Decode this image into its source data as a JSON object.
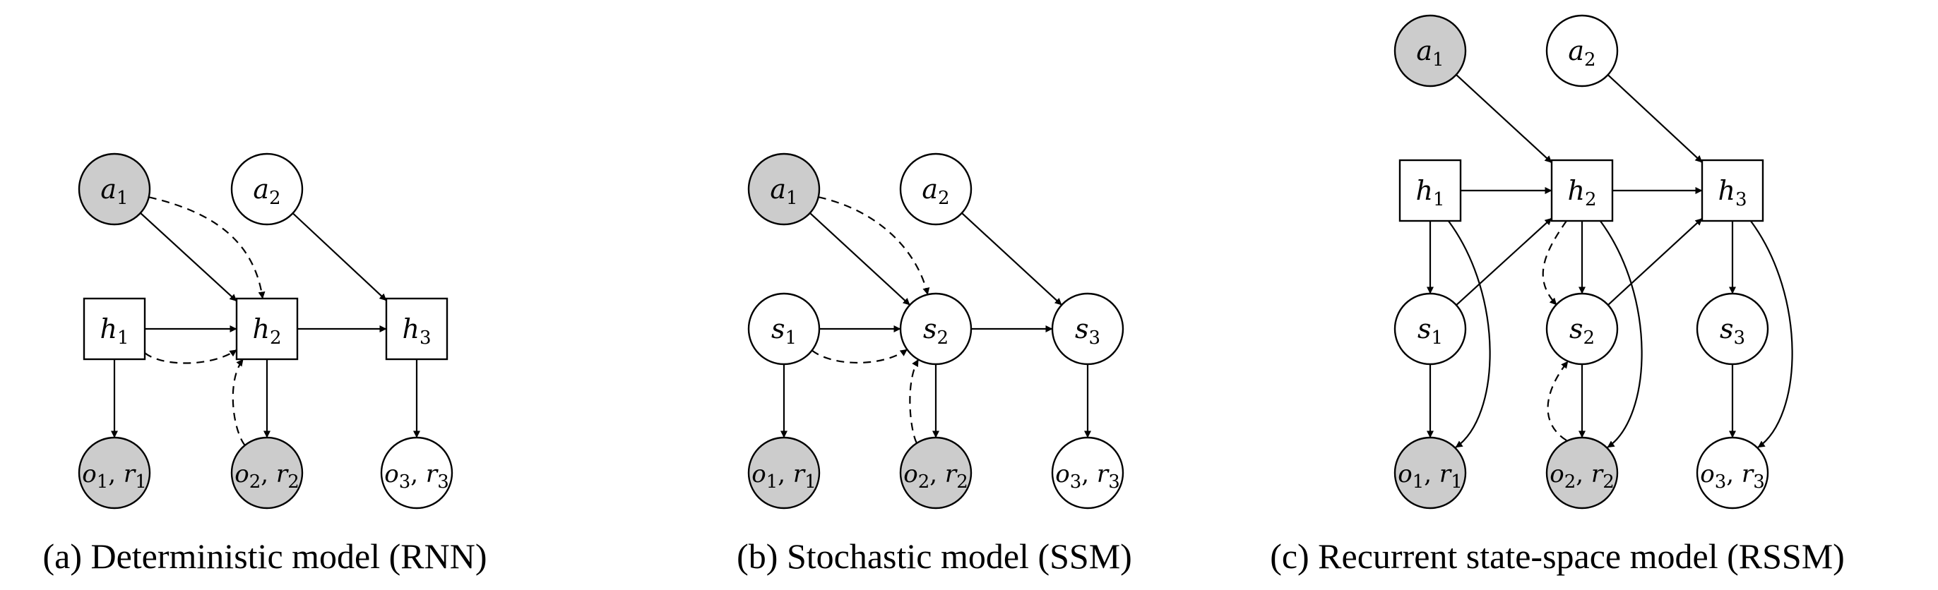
{
  "panels": [
    {
      "id": "a",
      "caption": "(a) Deterministic model (RNN)",
      "nodes": [
        {
          "id": "a1",
          "base": "a",
          "sub": "1",
          "shape": "circle",
          "observed": true
        },
        {
          "id": "a2",
          "base": "a",
          "sub": "2",
          "shape": "circle",
          "observed": false
        },
        {
          "id": "h1",
          "base": "h",
          "sub": "1",
          "shape": "square",
          "observed": false
        },
        {
          "id": "h2",
          "base": "h",
          "sub": "2",
          "shape": "square",
          "observed": false
        },
        {
          "id": "h3",
          "base": "h",
          "sub": "3",
          "shape": "square",
          "observed": false
        },
        {
          "id": "o1",
          "base": "o",
          "sub": "1",
          "base2": "r",
          "sub2": "1",
          "shape": "circle",
          "observed": true
        },
        {
          "id": "o2",
          "base": "o",
          "sub": "2",
          "base2": "r",
          "sub2": "2",
          "shape": "circle",
          "observed": true
        },
        {
          "id": "o3",
          "base": "o",
          "sub": "3",
          "base2": "r",
          "sub2": "3",
          "shape": "circle",
          "observed": false
        }
      ],
      "edges": [
        {
          "from": "a1",
          "to": "h2",
          "style": "solid"
        },
        {
          "from": "a2",
          "to": "h3",
          "style": "solid"
        },
        {
          "from": "h1",
          "to": "h2",
          "style": "solid"
        },
        {
          "from": "h2",
          "to": "h3",
          "style": "solid"
        },
        {
          "from": "h1",
          "to": "o1",
          "style": "solid"
        },
        {
          "from": "h2",
          "to": "o2",
          "style": "solid"
        },
        {
          "from": "h3",
          "to": "o3",
          "style": "solid"
        },
        {
          "from": "a1",
          "to": "h2",
          "style": "dashed"
        },
        {
          "from": "h1",
          "to": "h2",
          "style": "dashed"
        },
        {
          "from": "o2",
          "to": "h2",
          "style": "dashed"
        }
      ]
    },
    {
      "id": "b",
      "caption": "(b) Stochastic model (SSM)",
      "nodes": [
        {
          "id": "a1",
          "base": "a",
          "sub": "1",
          "shape": "circle",
          "observed": true
        },
        {
          "id": "a2",
          "base": "a",
          "sub": "2",
          "shape": "circle",
          "observed": false
        },
        {
          "id": "s1",
          "base": "s",
          "sub": "1",
          "shape": "circle",
          "observed": false
        },
        {
          "id": "s2",
          "base": "s",
          "sub": "2",
          "shape": "circle",
          "observed": false
        },
        {
          "id": "s3",
          "base": "s",
          "sub": "3",
          "shape": "circle",
          "observed": false
        },
        {
          "id": "o1",
          "base": "o",
          "sub": "1",
          "base2": "r",
          "sub2": "1",
          "shape": "circle",
          "observed": true
        },
        {
          "id": "o2",
          "base": "o",
          "sub": "2",
          "base2": "r",
          "sub2": "2",
          "shape": "circle",
          "observed": true
        },
        {
          "id": "o3",
          "base": "o",
          "sub": "3",
          "base2": "r",
          "sub2": "3",
          "shape": "circle",
          "observed": false
        }
      ],
      "edges": [
        {
          "from": "a1",
          "to": "s2",
          "style": "solid"
        },
        {
          "from": "a2",
          "to": "s3",
          "style": "solid"
        },
        {
          "from": "s1",
          "to": "s2",
          "style": "solid"
        },
        {
          "from": "s2",
          "to": "s3",
          "style": "solid"
        },
        {
          "from": "s1",
          "to": "o1",
          "style": "solid"
        },
        {
          "from": "s2",
          "to": "o2",
          "style": "solid"
        },
        {
          "from": "s3",
          "to": "o3",
          "style": "solid"
        },
        {
          "from": "a1",
          "to": "s2",
          "style": "dashed"
        },
        {
          "from": "s1",
          "to": "s2",
          "style": "dashed"
        },
        {
          "from": "o2",
          "to": "s2",
          "style": "dashed"
        }
      ]
    },
    {
      "id": "c",
      "caption": "(c) Recurrent state-space model (RSSM)",
      "nodes": [
        {
          "id": "a1",
          "base": "a",
          "sub": "1",
          "shape": "circle",
          "observed": true
        },
        {
          "id": "a2",
          "base": "a",
          "sub": "2",
          "shape": "circle",
          "observed": false
        },
        {
          "id": "h1",
          "base": "h",
          "sub": "1",
          "shape": "square",
          "observed": false
        },
        {
          "id": "h2",
          "base": "h",
          "sub": "2",
          "shape": "square",
          "observed": false
        },
        {
          "id": "h3",
          "base": "h",
          "sub": "3",
          "shape": "square",
          "observed": false
        },
        {
          "id": "s1",
          "base": "s",
          "sub": "1",
          "shape": "circle",
          "observed": false
        },
        {
          "id": "s2",
          "base": "s",
          "sub": "2",
          "shape": "circle",
          "observed": false
        },
        {
          "id": "s3",
          "base": "s",
          "sub": "3",
          "shape": "circle",
          "observed": false
        },
        {
          "id": "o1",
          "base": "o",
          "sub": "1",
          "base2": "r",
          "sub2": "1",
          "shape": "circle",
          "observed": true
        },
        {
          "id": "o2",
          "base": "o",
          "sub": "2",
          "base2": "r",
          "sub2": "2",
          "shape": "circle",
          "observed": true
        },
        {
          "id": "o3",
          "base": "o",
          "sub": "3",
          "base2": "r",
          "sub2": "3",
          "shape": "circle",
          "observed": false
        }
      ],
      "edges": [
        {
          "from": "a1",
          "to": "h2",
          "style": "solid"
        },
        {
          "from": "a2",
          "to": "h3",
          "style": "solid"
        },
        {
          "from": "h1",
          "to": "h2",
          "style": "solid"
        },
        {
          "from": "h2",
          "to": "h3",
          "style": "solid"
        },
        {
          "from": "h1",
          "to": "s1",
          "style": "solid"
        },
        {
          "from": "h2",
          "to": "s2",
          "style": "solid"
        },
        {
          "from": "h3",
          "to": "s3",
          "style": "solid"
        },
        {
          "from": "s1",
          "to": "h2",
          "style": "solid"
        },
        {
          "from": "s2",
          "to": "h3",
          "style": "solid"
        },
        {
          "from": "s1",
          "to": "o1",
          "style": "solid"
        },
        {
          "from": "s2",
          "to": "o2",
          "style": "solid"
        },
        {
          "from": "s3",
          "to": "o3",
          "style": "solid"
        },
        {
          "from": "h1",
          "to": "o1",
          "style": "solid",
          "curved": true
        },
        {
          "from": "h2",
          "to": "o2",
          "style": "solid",
          "curved": true
        },
        {
          "from": "h3",
          "to": "o3",
          "style": "solid",
          "curved": true
        },
        {
          "from": "h2",
          "to": "s2",
          "style": "dashed",
          "curved": true
        },
        {
          "from": "o2",
          "to": "s2",
          "style": "dashed",
          "curved": true
        }
      ]
    }
  ]
}
